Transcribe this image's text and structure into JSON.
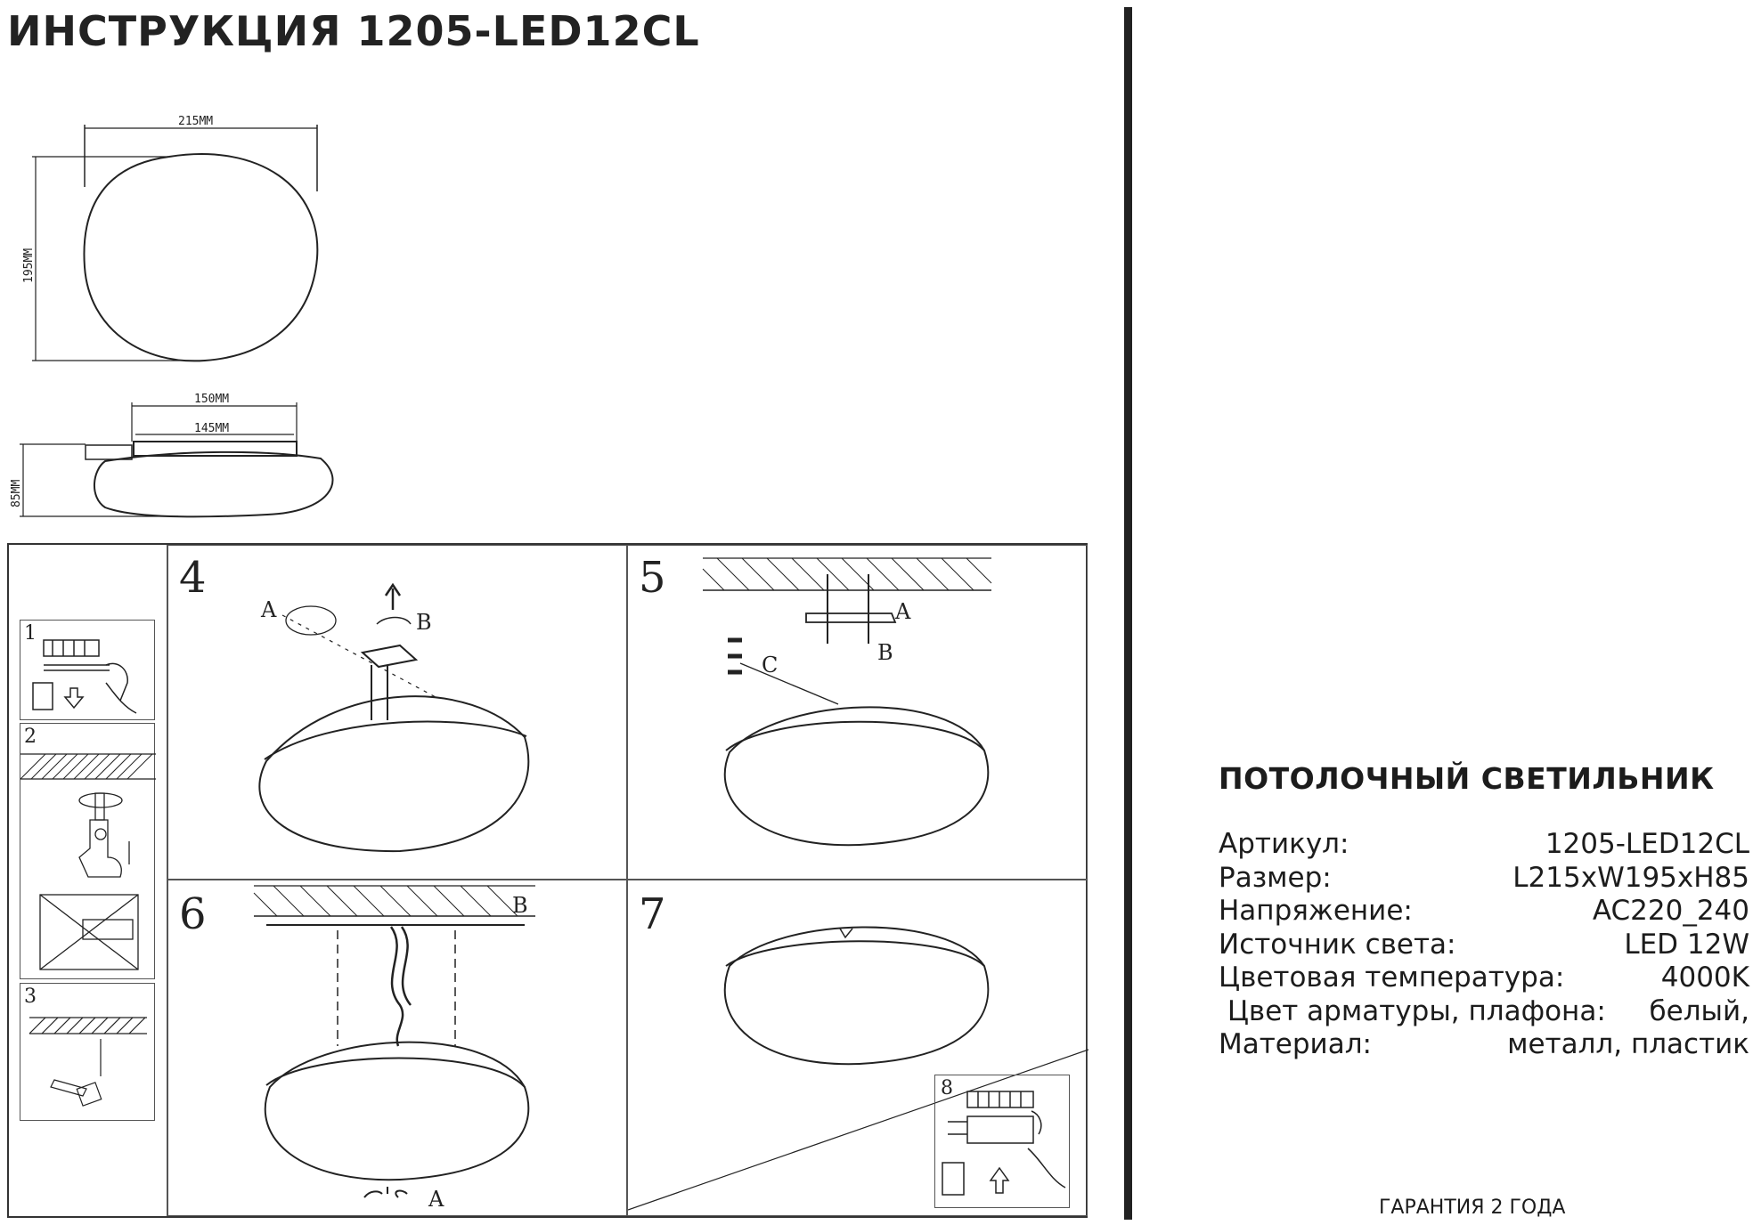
{
  "document_title": "ИНСТРУКЦИЯ 1205-LED12CL",
  "dimensions": {
    "top_length": "215MM",
    "top_width": "195MM",
    "side_outer": "150MM",
    "side_inner": "145MM",
    "side_height": "85MM"
  },
  "steps": {
    "s1": "1",
    "s2": "2",
    "s3": "3",
    "s4": "4",
    "s5": "5",
    "s6": "6",
    "s7": "7",
    "s8": "8"
  },
  "callouts": {
    "a": "A",
    "b": "B",
    "c": "C"
  },
  "product": {
    "heading": "ПОТОЛОЧНЫЙ СВЕТИЛЬНИК",
    "specs": [
      {
        "label": "Артикул:",
        "value": "1205-LED12CL"
      },
      {
        "label": "Размер:",
        "value": "L215xW195xH85"
      },
      {
        "label": "Напряжение:",
        "value": "AC220_240"
      },
      {
        "label": "Источник света:",
        "value": "LED 12W"
      },
      {
        "label": "Цветовая температура:",
        "value": "4000K"
      },
      {
        "label": " Цвет арматуры, плафона:",
        "value": "белый,"
      },
      {
        "label": "Материал:",
        "value": "металл, пластик"
      }
    ]
  },
  "warranty": "ГАРАНТИЯ 2 ГОДА"
}
